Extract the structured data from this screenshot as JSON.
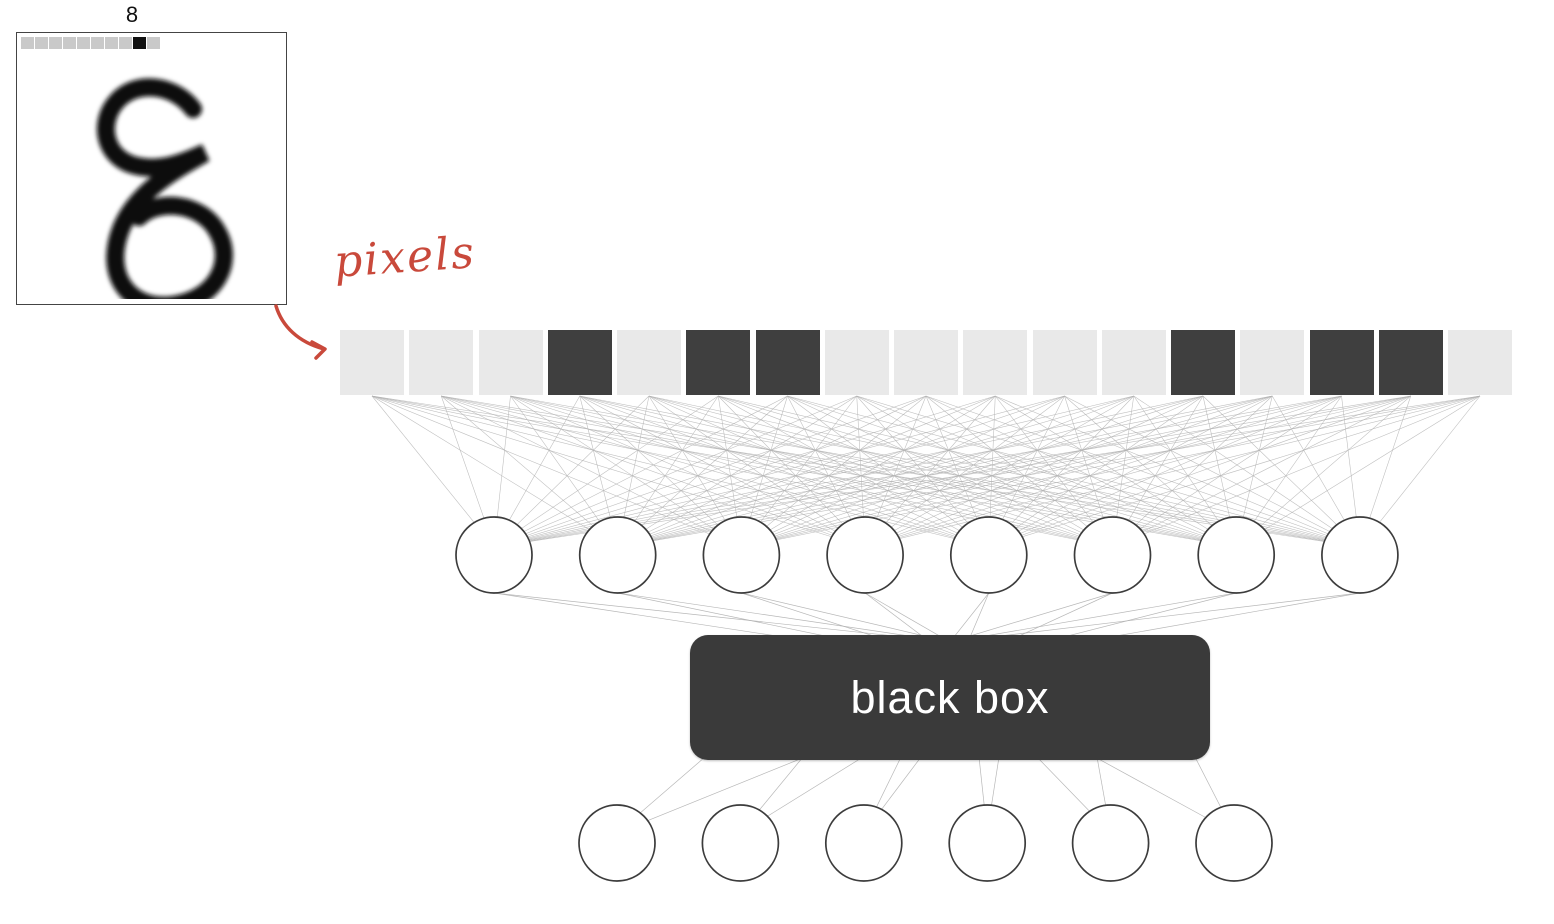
{
  "digit_panel": {
    "title": "8",
    "selector": {
      "cells": 10,
      "selected_index": 8
    }
  },
  "annotation": {
    "label": "pixels",
    "color": "#c9493b"
  },
  "pixel_row": {
    "values": [
      0,
      0,
      0,
      1,
      0,
      1,
      1,
      0,
      0,
      0,
      0,
      0,
      1,
      0,
      1,
      1,
      0
    ],
    "light_color": "#e9e9e9",
    "dark_color": "#3f3f3f"
  },
  "network": {
    "hidden_nodes": 8,
    "output_nodes": 6,
    "edge_color": "#b0b0b0",
    "node_fill": "#ffffff",
    "node_stroke": "#3c3c3c"
  },
  "black_box": {
    "label": "black box",
    "bg_color": "#3a3a3a",
    "text_color": "#ffffff"
  }
}
